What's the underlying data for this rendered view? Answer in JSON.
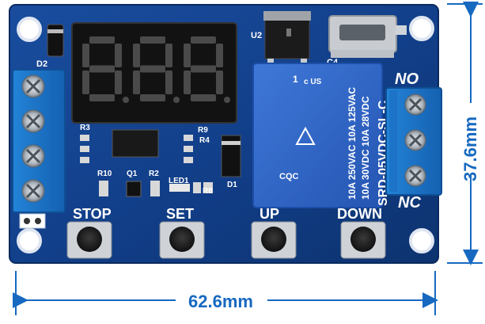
{
  "board": {
    "colors": {
      "pcb": "#113d86",
      "pcb_dark": "#0b2c66",
      "terminal_blue": "#1a78c8",
      "relay_blue": "#2f66c8",
      "dimension_blue": "#1769c0",
      "display_red_off": "#4a4a4a"
    },
    "display": {
      "digits": "888"
    },
    "labels": {
      "d2": "D2",
      "u2": "U2",
      "c4": "C4",
      "r3": "R3",
      "r9": "R9",
      "r4": "R4",
      "r10": "R10",
      "q1": "Q1",
      "r2": "R2",
      "led1": "LED1",
      "r8": "R8",
      "d1": "D1",
      "no": "NO",
      "nc": "NC",
      "stop": "STOP",
      "set": "SET",
      "up": "UP",
      "down": "DOWN"
    },
    "relay": {
      "mark_num": "1",
      "brand": "SRD-05VDC-SL-C",
      "rating1": "10A  250VAC    10A  125VAC",
      "rating2": "10A  30VDC       10A  28VDC",
      "cqc": "CQC",
      "ul": "c US"
    },
    "dimensions": {
      "width": "62.6mm",
      "height": "37.6mm"
    }
  }
}
